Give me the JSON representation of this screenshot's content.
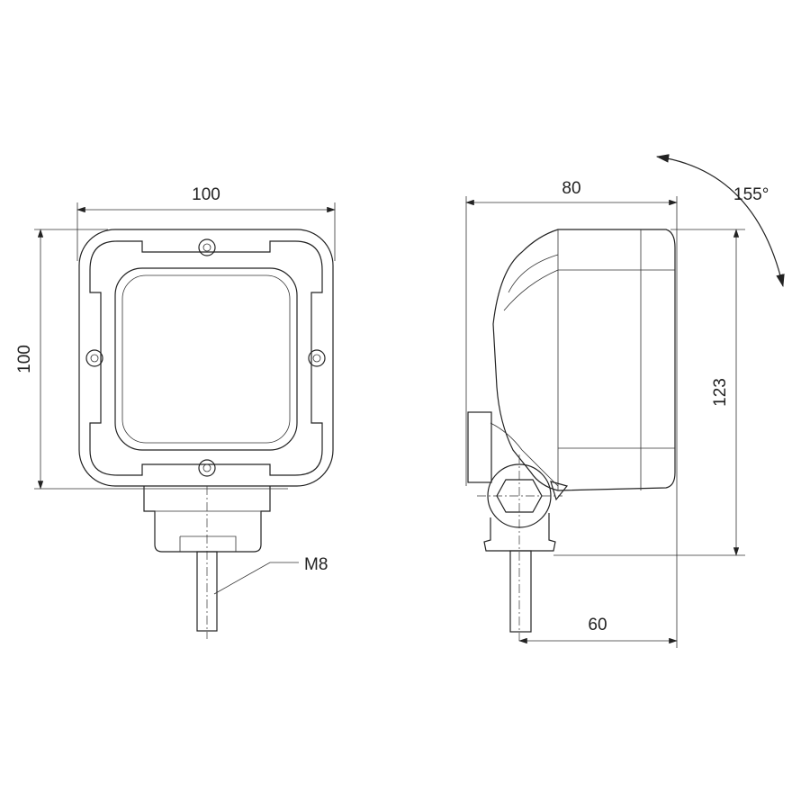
{
  "front_view": {
    "width_label": "100",
    "height_label": "100",
    "thread_label": "M8"
  },
  "side_view": {
    "depth_label": "80",
    "height_label": "123",
    "mount_offset_label": "60",
    "tilt_angle_label": "155°"
  }
}
